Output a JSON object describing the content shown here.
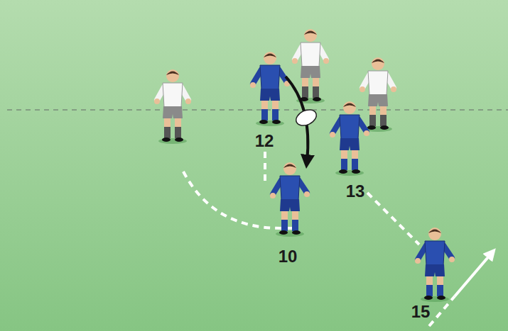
{
  "diagram": {
    "labels": [
      "12",
      "10",
      "13",
      "15"
    ]
  }
}
